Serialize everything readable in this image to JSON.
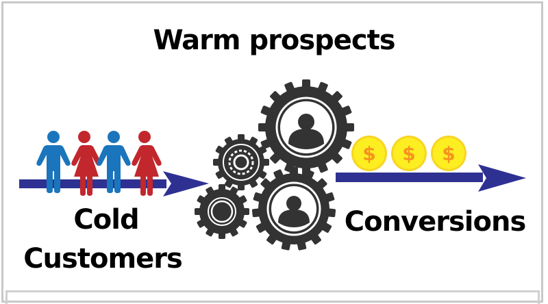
{
  "diagram": {
    "title": "Warm prospects",
    "left_label_line1": "Cold",
    "left_label_line2": "Customers",
    "right_label": "Conversions",
    "stages": [
      {
        "name": "Cold Customers",
        "icon": "people-icon",
        "count": 4
      },
      {
        "name": "Warm prospects",
        "icon": "gears-icon",
        "count": 4
      },
      {
        "name": "Conversions",
        "icon": "dollar-coin-icon",
        "count": 3
      }
    ],
    "coin_symbol": "$",
    "colors": {
      "arrow": "#2e3192",
      "male_figure": "#1b75bc",
      "female_figure": "#c1272d",
      "gear": "#333333",
      "coin_fill": "#fcee21",
      "coin_rim": "#f9d423",
      "coin_symbol": "#f7931e",
      "text": "#000000",
      "border": "#c8c8c8"
    }
  }
}
